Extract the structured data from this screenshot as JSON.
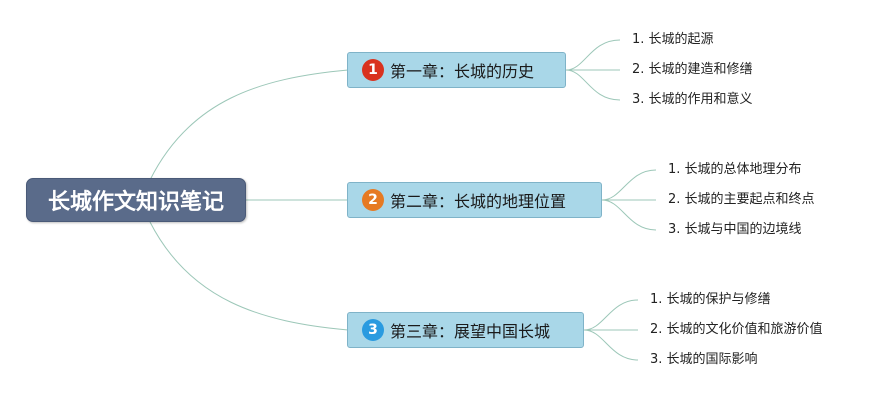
{
  "root": {
    "title": "长城作文知识笔记"
  },
  "chapters": [
    {
      "badge": "1",
      "badge_color": "#d9321e",
      "title": "第一章：长城的历史",
      "items": [
        "1. 长城的起源",
        "2. 长城的建造和修缮",
        "3. 长城的作用和意义"
      ]
    },
    {
      "badge": "2",
      "badge_color": "#e67a22",
      "title": "第二章：长城的地理位置",
      "items": [
        "1. 长城的总体地理分布",
        "2. 长城的主要起点和终点",
        "3. 长城与中国的边境线"
      ]
    },
    {
      "badge": "3",
      "badge_color": "#2a9be0",
      "title": "第三章：展望中国长城",
      "items": [
        "1. 长城的保护与修缮",
        "2. 长城的文化价值和旅游价值",
        "3. 长城的国际影响"
      ]
    }
  ],
  "colors": {
    "root_fill": "#5a6b8a",
    "chapter_fill": "#a9d7e8",
    "connector": "#9cc7b8"
  }
}
